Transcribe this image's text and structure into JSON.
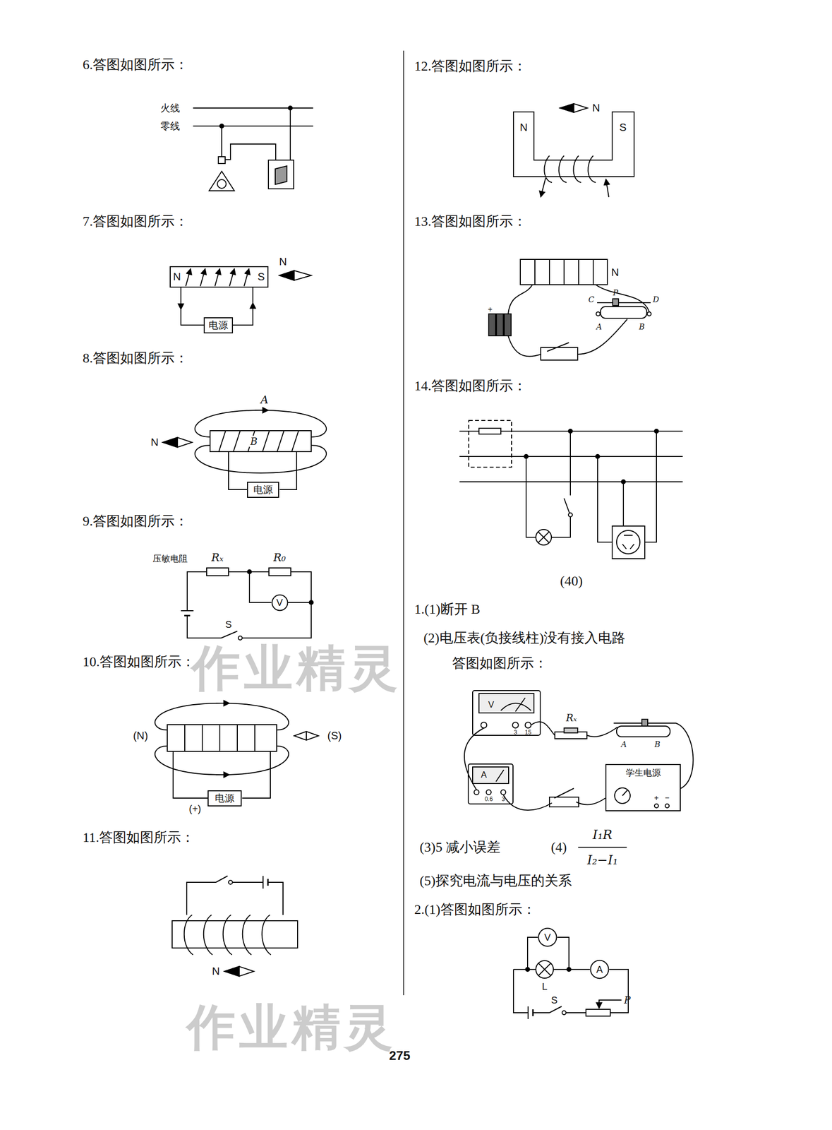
{
  "diagram": {
    "nodes": [
      {
        "text": [
          "电源"
        ]
      },
      {
        "text": [
          "电源"
        ]
      },
      {
        "text": [
          "V"
        ]
      },
      {
        "text": [
          "电源"
        ]
      },
      {
        "text": [
          "学生电源"
        ]
      },
      {
        "text": [
          "V"
        ]
      },
      {
        "text": [
          "A"
        ]
      }
    ],
    "edges": [
      {
        "from": 5,
        "to": 6,
        "arrow": "none"
      }
    ],
    "labels": [
      "6.答图如图所示：",
      "火线",
      "零线",
      "7.答图如图所示：",
      "N",
      "S",
      "N",
      "8.答图如图所示：",
      "A",
      "N",
      "B",
      "9.答图如图所示：",
      "压敏电阻",
      "Rₓ",
      "R₀",
      "S",
      "10.答图如图所示：",
      "(N)",
      "(S)",
      "(+)",
      "作业精灵",
      "11.答图如图所示：",
      "N",
      "275",
      "作业精灵",
      "12.答图如图所示：",
      "N",
      "N",
      "S",
      "13.答图如图所示：",
      "N",
      "+",
      "C",
      "P",
      "D",
      "A",
      "B",
      "14.答图如图所示：",
      "(40)",
      "1.(1)断开 B",
      "(2)电压表(负接线柱)没有接入电路",
      "答图如图所示：",
      "V",
      "3",
      "15",
      "Rₓ",
      "A",
      "B",
      "A",
      "0.6",
      "3",
      "+",
      "−",
      "(3)5 减小误差",
      "(4)",
      "I₁R",
      "I₂−I₁",
      "(5)探究电流与电压的关系",
      "2.(1)答图如图所示：",
      "L",
      "S",
      "P"
    ]
  }
}
